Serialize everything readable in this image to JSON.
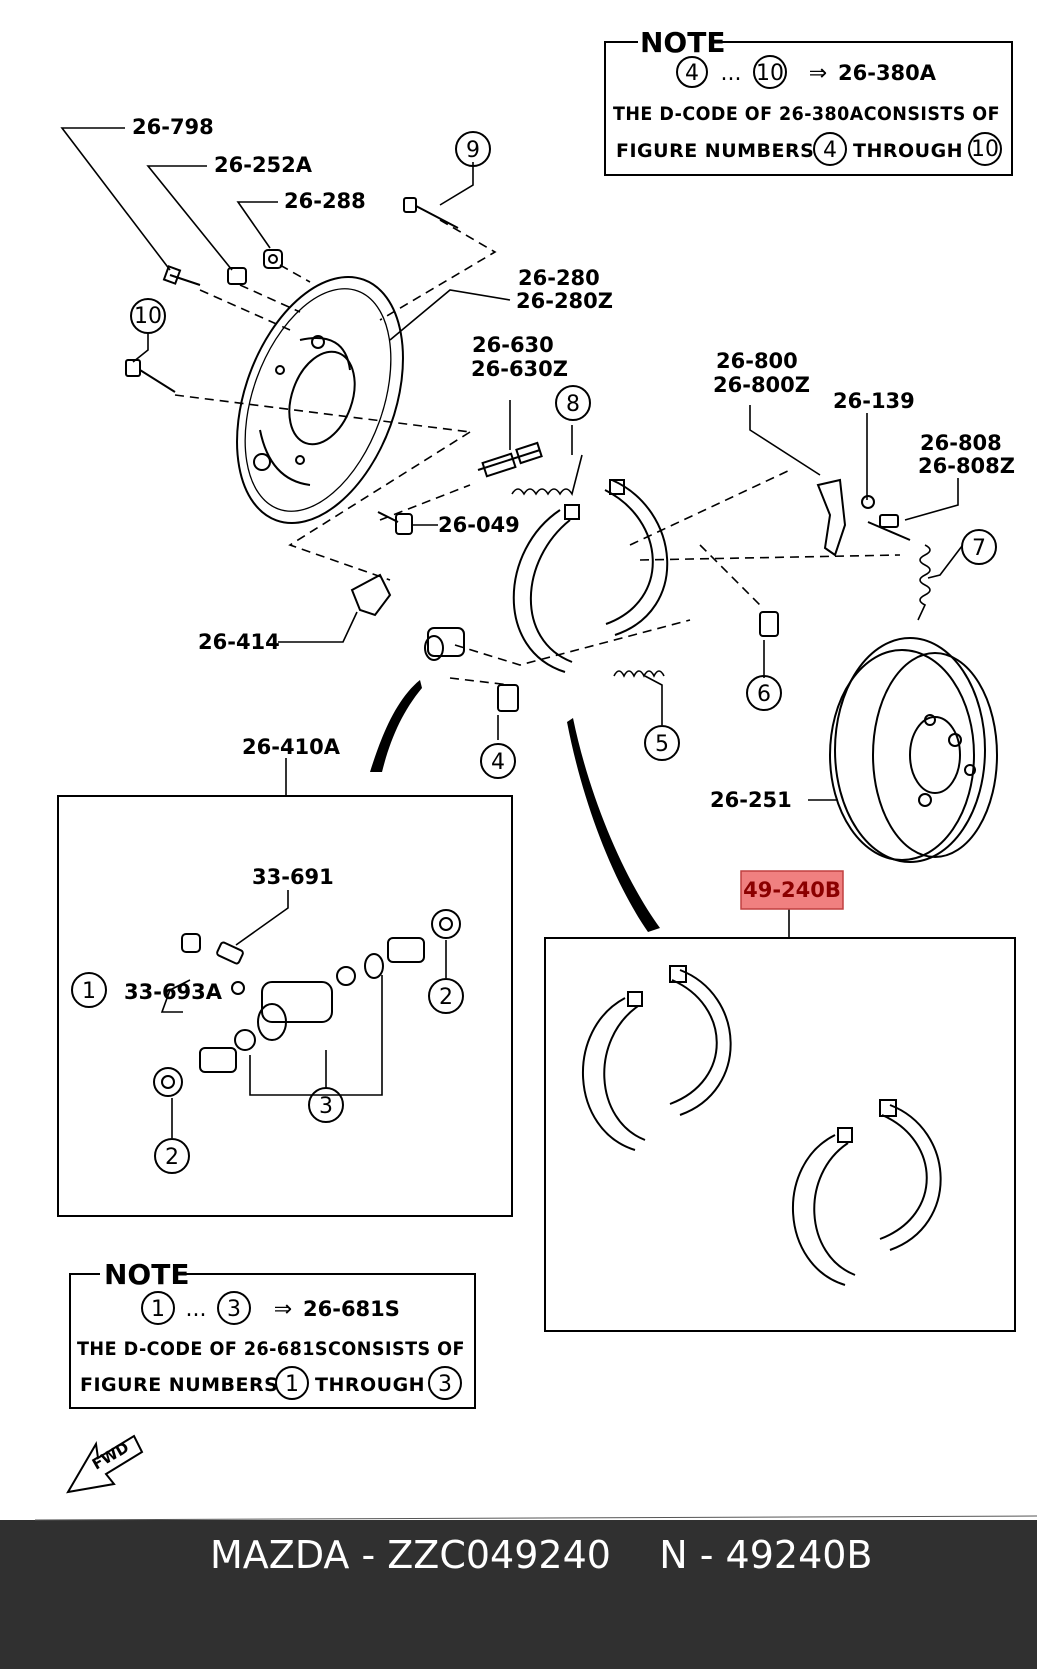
{
  "note_top": {
    "title": "NOTE",
    "range_start": "4",
    "range_sep": "...",
    "range_end": "10",
    "arrow": "⇒",
    "code": "26-380A",
    "line2": "THE D-CODE OF 26-380ACONSISTS OF",
    "line3_pre": "FIGURE NUMBERS",
    "line3_from": "4",
    "line3_mid": "THROUGH",
    "line3_to": "10"
  },
  "note_bottom": {
    "title": "NOTE",
    "range_start": "1",
    "range_sep": "...",
    "range_end": "3",
    "arrow": "⇒",
    "code": "26-681S",
    "line2": "THE D-CODE OF 26-681SCONSISTS OF",
    "line3_pre": "FIGURE NUMBERS",
    "line3_from": "1",
    "line3_mid": "THROUGH",
    "line3_to": "3"
  },
  "labels": {
    "l_26_798": "26-798",
    "l_26_252A": "26-252A",
    "l_26_288": "26-288",
    "l_26_280": "26-280",
    "l_26_280Z": "26-280Z",
    "l_26_630": "26-630",
    "l_26_630Z": "26-630Z",
    "l_26_800": "26-800",
    "l_26_800Z": "26-800Z",
    "l_26_139": "26-139",
    "l_26_808": "26-808",
    "l_26_808Z": "26-808Z",
    "l_26_049": "26-049",
    "l_26_414": "26-414",
    "l_26_410A": "26-410A",
    "l_26_251": "26-251",
    "l_33_691": "33-691",
    "l_33_693A": "33-693A",
    "l_49_240B": "49-240B"
  },
  "callouts": {
    "c1": "1",
    "c2a": "2",
    "c2b": "2",
    "c3": "3",
    "c4": "4",
    "c5": "5",
    "c6": "6",
    "c7": "7",
    "c8": "8",
    "c9": "9",
    "c10": "10"
  },
  "fwd": "FWD",
  "highlight_color": "#f08080",
  "footer": {
    "text": "MAZDA - ZZC049240    N - 49240B",
    "background": "#303030",
    "color": "#ffffff"
  }
}
